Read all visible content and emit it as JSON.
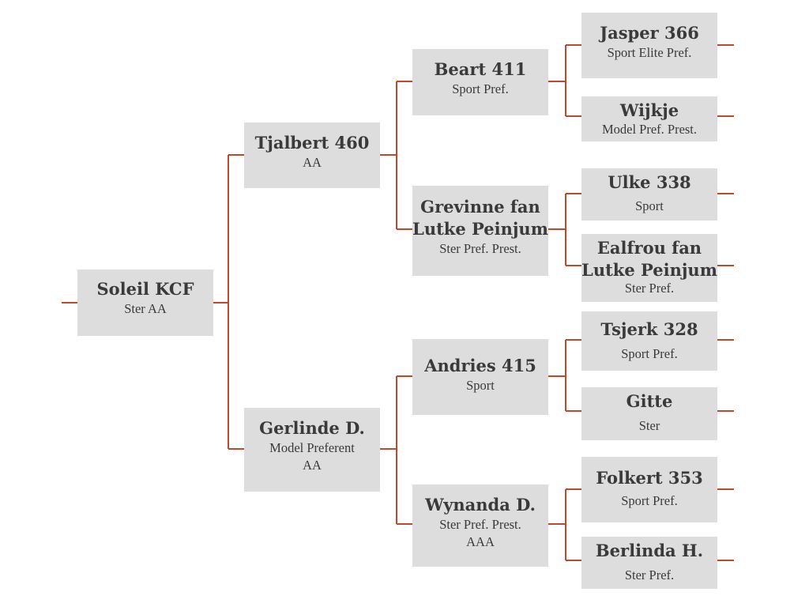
{
  "pedigree": {
    "accent_color": "#c0482b",
    "box_color": "#dddddd",
    "text_color": "#3a3a3a",
    "subject": {
      "name": "Soleil KCF",
      "title": "Ster AA"
    },
    "sire": {
      "name": "Tjalbert 460",
      "title": "AA"
    },
    "dam": {
      "name": "Gerlinde D.",
      "title": "Model Preferent\nAA"
    },
    "sire_sire": {
      "name": "Beart 411",
      "title": "Sport Pref."
    },
    "sire_dam": {
      "name": "Grevinne fan\nLutke Peinjum",
      "title": "Ster Pref. Prest."
    },
    "dam_sire": {
      "name": "Andries 415",
      "title": "Sport"
    },
    "dam_dam": {
      "name": "Wynanda D.",
      "title": "Ster Pref. Prest.\nAAA"
    },
    "ss_sire": {
      "name": "Jasper 366",
      "title": "Sport Elite Pref."
    },
    "ss_dam": {
      "name": "Wijkje",
      "title": "Model Pref. Prest."
    },
    "sd_sire": {
      "name": "Ulke 338",
      "title": "Sport"
    },
    "sd_dam": {
      "name": "Ealfrou fan\nLutke Peinjum",
      "title": "Ster Pref."
    },
    "ds_sire": {
      "name": "Tsjerk 328",
      "title": "Sport Pref."
    },
    "ds_dam": {
      "name": "Gitte",
      "title": "Ster"
    },
    "dd_sire": {
      "name": "Folkert 353",
      "title": "Sport Pref."
    },
    "dd_dam": {
      "name": "Berlinda H.",
      "title": "Ster Pref."
    }
  }
}
